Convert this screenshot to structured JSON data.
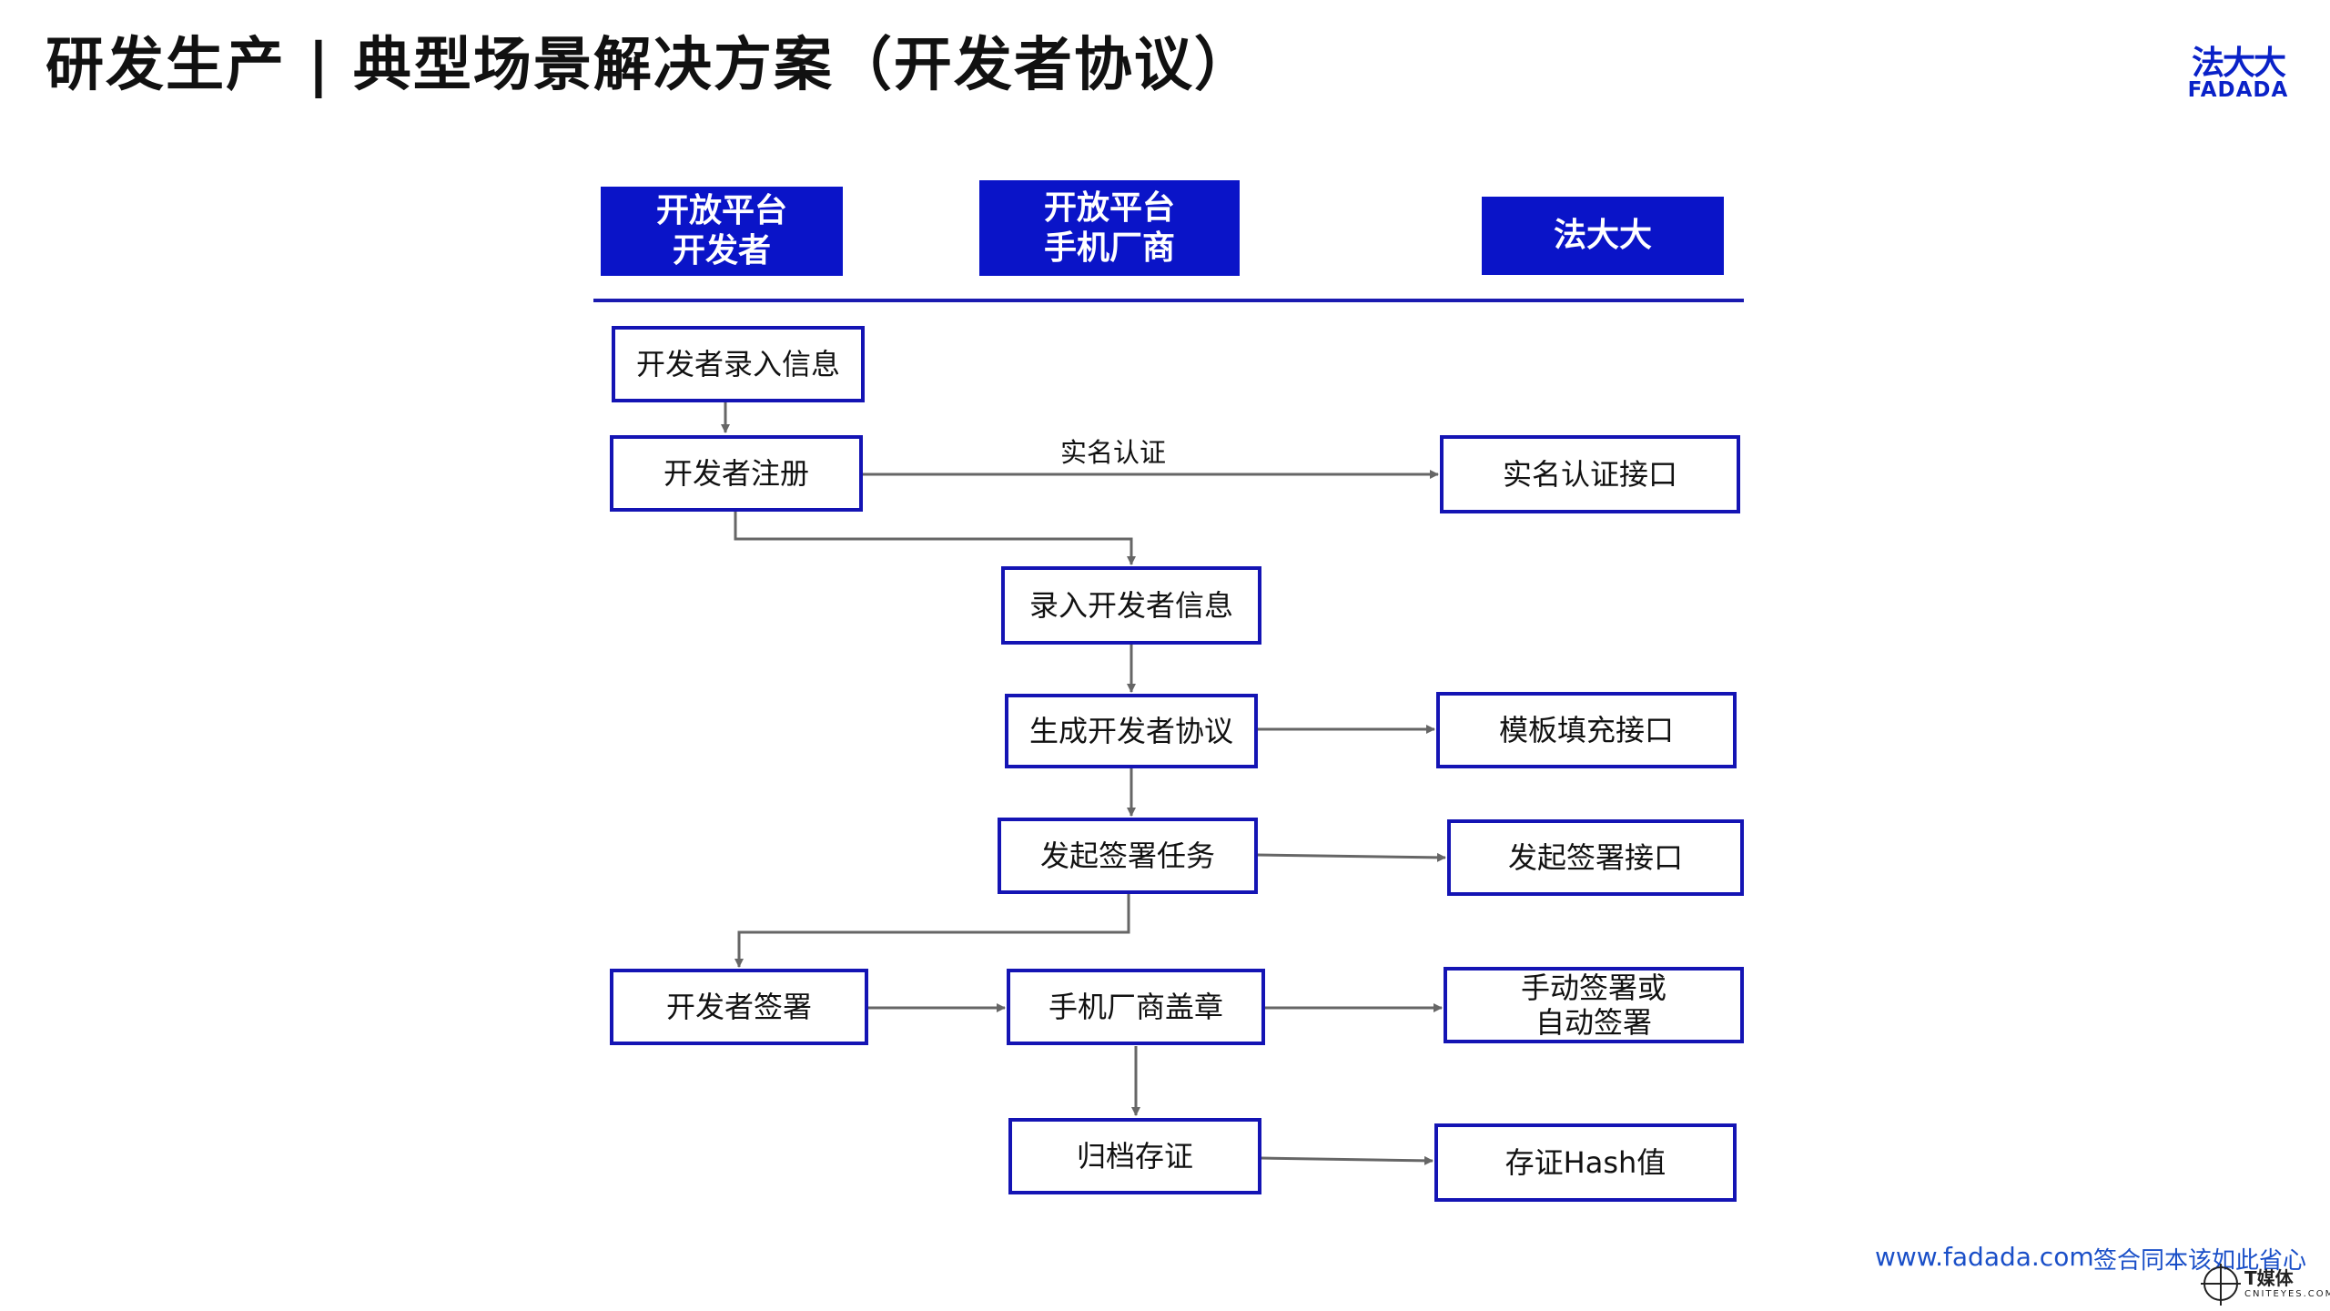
{
  "title": "研发生产 | 典型场景解决方案（开发者协议）",
  "logo": {
    "cn": "法大大",
    "en": "FADADA"
  },
  "lanes": {
    "dev": "开放平台\n开发者",
    "oem": "开放平台\n手机厂商",
    "fadada": "法大大"
  },
  "nodes": {
    "dev_input": "开发者录入信息",
    "dev_register": "开发者注册",
    "realname_api": "实名认证接口",
    "input_dev_info": "录入开发者信息",
    "gen_agreement": "生成开发者协议",
    "template_api": "模板填充接口",
    "start_sign_task": "发起签署任务",
    "start_sign_api": "发起签署接口",
    "dev_sign": "开发者签署",
    "oem_seal": "手机厂商盖章",
    "manual_auto_sign": "手动签署或\n自动签署",
    "archive": "归档存证",
    "hash": "存证Hash值"
  },
  "edge_labels": {
    "realname": "实名认证"
  },
  "footer": {
    "url": "www.fadada.com",
    "slogan": "签合同本该如此省心"
  },
  "watermark": {
    "cn": "T媒体",
    "en": "CNITEYES.COM"
  },
  "colors": {
    "brand_blue": "#0a14c8",
    "box_border": "#1414b4",
    "arrow": "#666666",
    "footer_blue": "#1a4fc8"
  }
}
